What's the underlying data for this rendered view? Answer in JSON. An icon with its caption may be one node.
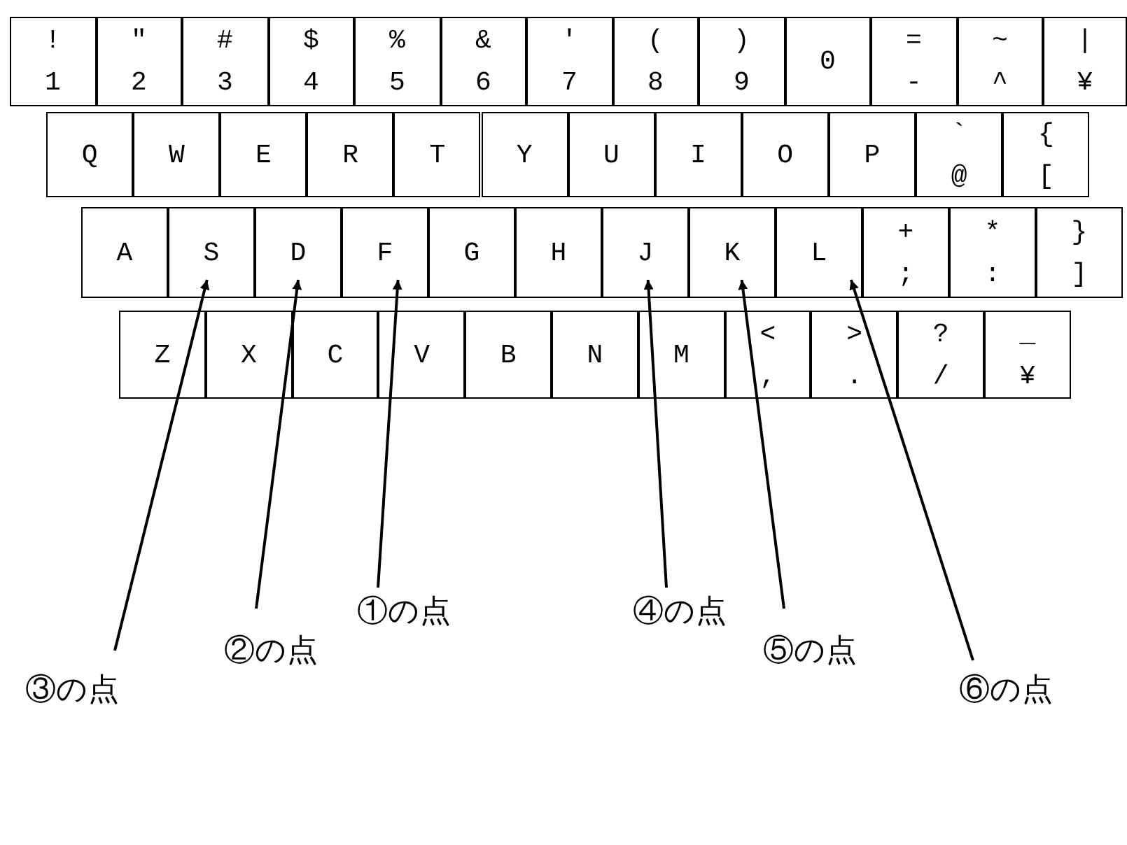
{
  "diagram": {
    "nodes": [
      {
        "text": [
          "!",
          "1"
        ]
      },
      {
        "text": [
          "\"",
          "2"
        ]
      },
      {
        "text": [
          "#",
          "3"
        ]
      },
      {
        "text": [
          "$",
          "4"
        ]
      },
      {
        "text": [
          "%",
          "5"
        ]
      },
      {
        "text": [
          "&",
          "6"
        ]
      },
      {
        "text": [
          "'",
          "7"
        ]
      },
      {
        "text": [
          "(",
          "8"
        ]
      },
      {
        "text": [
          ")",
          "9"
        ]
      },
      {
        "text": [
          "0"
        ]
      },
      {
        "text": [
          "=",
          "-"
        ]
      },
      {
        "text": [
          "~",
          "^"
        ]
      },
      {
        "text": [
          "|",
          "¥"
        ]
      },
      {
        "text": [
          "Q"
        ]
      },
      {
        "text": [
          "W"
        ]
      },
      {
        "text": [
          "E"
        ]
      },
      {
        "text": [
          "R"
        ]
      },
      {
        "text": [
          "T"
        ]
      },
      {
        "text": [
          "Y"
        ]
      },
      {
        "text": [
          "U"
        ]
      },
      {
        "text": [
          "I"
        ]
      },
      {
        "text": [
          "O"
        ]
      },
      {
        "text": [
          "P"
        ]
      },
      {
        "text": [
          "`",
          "@"
        ]
      },
      {
        "text": [
          "{",
          "["
        ]
      },
      {
        "text": [
          "A"
        ]
      },
      {
        "text": [
          "S"
        ]
      },
      {
        "text": [
          "D"
        ]
      },
      {
        "text": [
          "F"
        ]
      },
      {
        "text": [
          "G"
        ]
      },
      {
        "text": [
          "H"
        ]
      },
      {
        "text": [
          "J"
        ]
      },
      {
        "text": [
          "K"
        ]
      },
      {
        "text": [
          "L"
        ]
      },
      {
        "text": [
          "+",
          ";"
        ]
      },
      {
        "text": [
          "*",
          ":"
        ]
      },
      {
        "text": [
          "}",
          "]"
        ]
      },
      {
        "text": [
          "Z"
        ]
      },
      {
        "text": [
          "X"
        ]
      },
      {
        "text": [
          "C"
        ]
      },
      {
        "text": [
          "V"
        ]
      },
      {
        "text": [
          "B"
        ]
      },
      {
        "text": [
          "N"
        ]
      },
      {
        "text": [
          "M"
        ]
      },
      {
        "text": [
          "<",
          ","
        ]
      },
      {
        "text": [
          ">",
          "."
        ]
      },
      {
        "text": [
          "?",
          "/"
        ]
      },
      {
        "text": [
          "_",
          "¥"
        ]
      },
      {
        "text": [
          "①の点"
        ]
      },
      {
        "text": [
          "④の点"
        ]
      },
      {
        "text": [
          "②の点"
        ]
      },
      {
        "text": [
          "⑤の点"
        ]
      },
      {
        "text": [
          "③の点"
        ]
      },
      {
        "text": [
          "⑥の点"
        ]
      }
    ],
    "edges": [
      {
        "from": 48,
        "to": 28,
        "arrow": "to"
      },
      {
        "from": 49,
        "to": 31,
        "arrow": "to"
      },
      {
        "from": 50,
        "to": 27,
        "arrow": "to"
      },
      {
        "from": 51,
        "to": 32,
        "arrow": "to"
      },
      {
        "from": 52,
        "to": 26,
        "arrow": "to"
      },
      {
        "from": 53,
        "to": 33,
        "arrow": "to"
      }
    ]
  }
}
